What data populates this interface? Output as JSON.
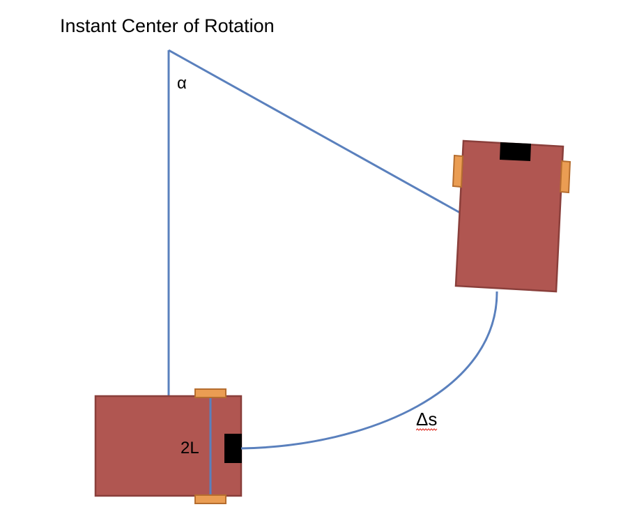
{
  "diagram": {
    "title": "Instant Center of Rotation",
    "angle_label": "α",
    "arc_length_label": "Δs",
    "wheelbase_label": "2L",
    "colors": {
      "line": "#5a80bd",
      "robot_body": "#b05651",
      "robot_border": "#8a3f3b",
      "wheel": "#ea9d53",
      "wheel_border": "#b56d2f",
      "caster": "#000000",
      "spellcheck_underline": "#e0342a"
    },
    "icons": [
      "robot-body-start",
      "robot-body-end",
      "wheel",
      "caster"
    ]
  }
}
